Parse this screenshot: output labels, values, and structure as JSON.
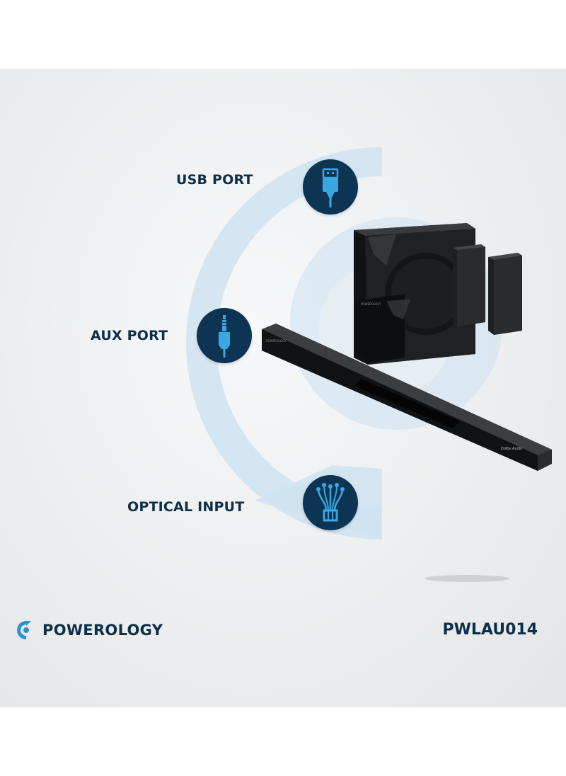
{
  "features": [
    {
      "label": "USB PORT",
      "icon": "usb-icon"
    },
    {
      "label": "AUX PORT",
      "icon": "aux-jack-icon"
    },
    {
      "label": "OPTICAL INPUT",
      "icon": "optical-fiber-icon"
    }
  ],
  "brand": {
    "name": "POWEROLOGY",
    "logo": "powerology-logo-icon"
  },
  "model": "PWLAU014",
  "product_labels": {
    "subwoofer_brand": "POWEROLOGY",
    "soundbar_brand": "POWEROLOGY",
    "soundbar_badge": "Dolby Audio"
  },
  "colors": {
    "navy": "#0d3453",
    "accent_blue": "#3aa7e0",
    "light_blue": "#cfe3f1",
    "text": "#0d2f48"
  }
}
